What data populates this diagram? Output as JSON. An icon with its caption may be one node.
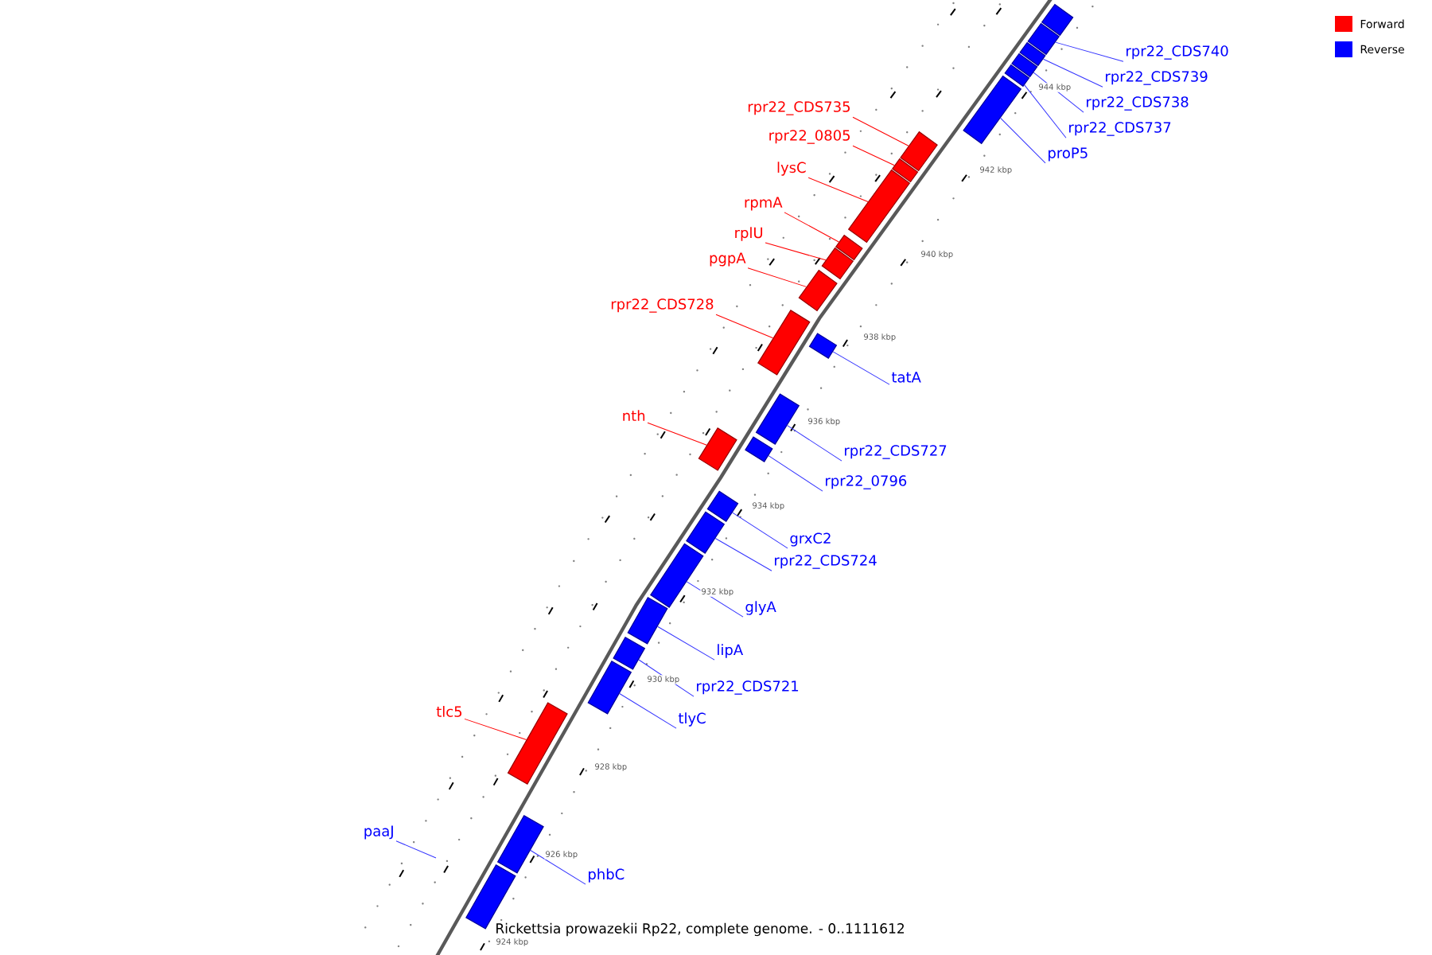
{
  "diagram": {
    "caption": "Rickettsia prowazekii Rp22, complete genome. - 0..1111612",
    "nodes": [
      {
        "text": [],
        "shape": "box"
      },
      {
        "text": [
          "rpr22_CDS740"
        ]
      },
      {
        "text": [],
        "shape": "box"
      },
      {
        "text": [
          "rpr22_CDS739"
        ]
      },
      {
        "text": [],
        "shape": "box"
      },
      {
        "text": [
          "rpr22_CDS738"
        ]
      },
      {
        "text": [],
        "shape": "box"
      },
      {
        "text": [
          "rpr22_CDS737"
        ]
      },
      {
        "text": [],
        "shape": "box"
      },
      {
        "text": [
          "proP5"
        ]
      },
      {
        "text": [],
        "shape": "box"
      },
      {
        "text": [
          "rpr22_CDS735"
        ]
      },
      {
        "text": [],
        "shape": "box"
      },
      {
        "text": [
          "rpr22_0805"
        ]
      },
      {
        "text": [],
        "shape": "box"
      },
      {
        "text": [
          "lysC"
        ]
      },
      {
        "text": [],
        "shape": "box"
      },
      {
        "text": [
          "rpmA"
        ]
      },
      {
        "text": [],
        "shape": "box"
      },
      {
        "text": [
          "rplU"
        ]
      },
      {
        "text": [],
        "shape": "box"
      },
      {
        "text": [
          "pgpA"
        ]
      },
      {
        "text": [],
        "shape": "box"
      },
      {
        "text": [
          "rpr22_CDS728"
        ]
      },
      {
        "text": [],
        "shape": "box"
      },
      {
        "text": [
          "tatA"
        ]
      },
      {
        "text": [],
        "shape": "box"
      },
      {
        "text": [
          "rpr22_CDS727"
        ]
      },
      {
        "text": [],
        "shape": "box"
      },
      {
        "text": [
          "nth"
        ]
      },
      {
        "text": [],
        "shape": "box"
      },
      {
        "text": [
          "rpr22_0796"
        ]
      },
      {
        "text": [],
        "shape": "box"
      },
      {
        "text": [
          "grxC2"
        ]
      },
      {
        "text": [],
        "shape": "box"
      },
      {
        "text": [
          "rpr22_CDS724"
        ]
      },
      {
        "text": [],
        "shape": "box"
      },
      {
        "text": [
          "glyA"
        ]
      },
      {
        "text": [],
        "shape": "box"
      },
      {
        "text": [
          "lipA"
        ]
      },
      {
        "text": [],
        "shape": "box"
      },
      {
        "text": [
          "rpr22_CDS721"
        ]
      },
      {
        "text": [],
        "shape": "box"
      },
      {
        "text": [
          "tlyC"
        ]
      },
      {
        "text": [],
        "shape": "box"
      },
      {
        "text": [
          "tlc5"
        ]
      },
      {
        "text": [],
        "shape": "box"
      },
      {
        "text": [
          "paaJ"
        ]
      },
      {
        "text": [
          "phbC"
        ]
      },
      {
        "text": [],
        "shape": "box"
      },
      {
        "text": [],
        "shape": "box"
      }
    ],
    "edges": [
      {
        "from": 1,
        "to": 2,
        "arrow": "none"
      },
      {
        "from": 3,
        "to": 4,
        "arrow": "none"
      },
      {
        "from": 5,
        "to": 6,
        "arrow": "none"
      },
      {
        "from": 7,
        "to": 8,
        "arrow": "none"
      },
      {
        "from": 9,
        "to": 10,
        "arrow": "none"
      },
      {
        "from": 11,
        "to": 12,
        "arrow": "none",
        "color": "#ff0000"
      },
      {
        "from": 13,
        "to": 14,
        "arrow": "none",
        "color": "#ff0000"
      },
      {
        "from": 15,
        "to": 16,
        "arrow": "none",
        "color": "#ff0000"
      },
      {
        "from": 17,
        "to": 18,
        "arrow": "none",
        "color": "#ff0000"
      },
      {
        "from": 19,
        "to": 20,
        "arrow": "none",
        "color": "#ff0000"
      },
      {
        "from": 21,
        "to": 22,
        "arrow": "none",
        "color": "#ff0000"
      },
      {
        "from": 23,
        "to": 24,
        "arrow": "none",
        "color": "#ff0000"
      },
      {
        "from": 25,
        "to": 26,
        "arrow": "none"
      },
      {
        "from": 27,
        "to": 28,
        "arrow": "none"
      },
      {
        "from": 29,
        "to": 30,
        "arrow": "none",
        "color": "#ff0000"
      },
      {
        "from": 31,
        "to": 32,
        "arrow": "none"
      },
      {
        "from": 33,
        "to": 34,
        "arrow": "none"
      },
      {
        "from": 35,
        "to": 36,
        "arrow": "none"
      },
      {
        "from": 37,
        "to": 38,
        "arrow": "none"
      },
      {
        "from": 39,
        "to": 40,
        "arrow": "none"
      },
      {
        "from": 41,
        "to": 42,
        "arrow": "none"
      },
      {
        "from": 43,
        "to": 44,
        "arrow": "none"
      },
      {
        "from": 45,
        "to": 46,
        "arrow": "none",
        "color": "#ff0000"
      },
      {
        "from": 47,
        "to": null,
        "arrow": "none"
      },
      {
        "from": 48,
        "to": 49,
        "arrow": "none"
      }
    ],
    "labels": [
      "944 kbp",
      "942 kbp",
      "940 kbp",
      "938 kbp",
      "936 kbp",
      "934 kbp",
      "932 kbp",
      "930 kbp",
      "928 kbp",
      "926 kbp",
      "924 kbp"
    ],
    "legend": [
      {
        "text": "Forward",
        "color": "#ff0000"
      },
      {
        "text": "Reverse",
        "color": "#0000ff"
      }
    ]
  }
}
